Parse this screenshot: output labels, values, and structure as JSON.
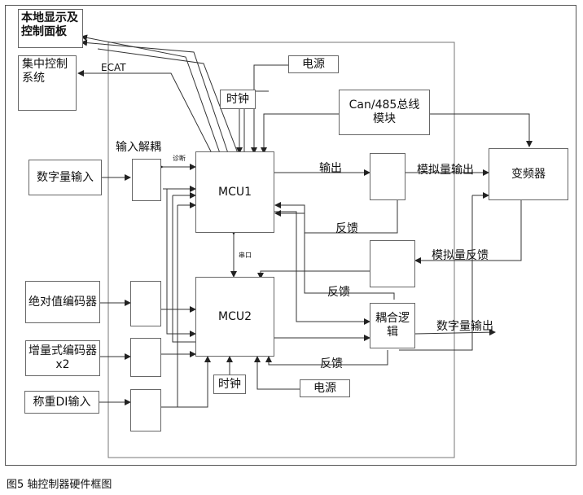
{
  "boxes": {
    "local_panel": "本地显示及\n控制面板",
    "central": "集中控制\n系统",
    "power_top": "电源",
    "clock_top": "时钟",
    "can485": "Can/485总线\n模块",
    "digital_in": "数字量输入",
    "mcu1": "MCU1",
    "mcu2": "MCU2",
    "inverter": "变频器",
    "abs_encoder": "绝对值编码器",
    "inc_encoder": "增量式编码器\nx2",
    "weigh_di": "称重DI输入",
    "coupling": "耦合逻辑",
    "clock_bottom": "时钟",
    "power_bottom": "电源"
  },
  "labels": {
    "ecat": "ECAT",
    "input_decouple": "输入解耦",
    "diag": "诊断",
    "output": "输出",
    "analog_out": "模拟量输出",
    "feedback1": "反馈",
    "serial": "串口",
    "analog_fb": "模拟量反馈",
    "feedback2": "反馈",
    "digital_out": "数字量输出",
    "feedback3": "反馈"
  },
  "caption": "图5 轴控制器硬件框图"
}
